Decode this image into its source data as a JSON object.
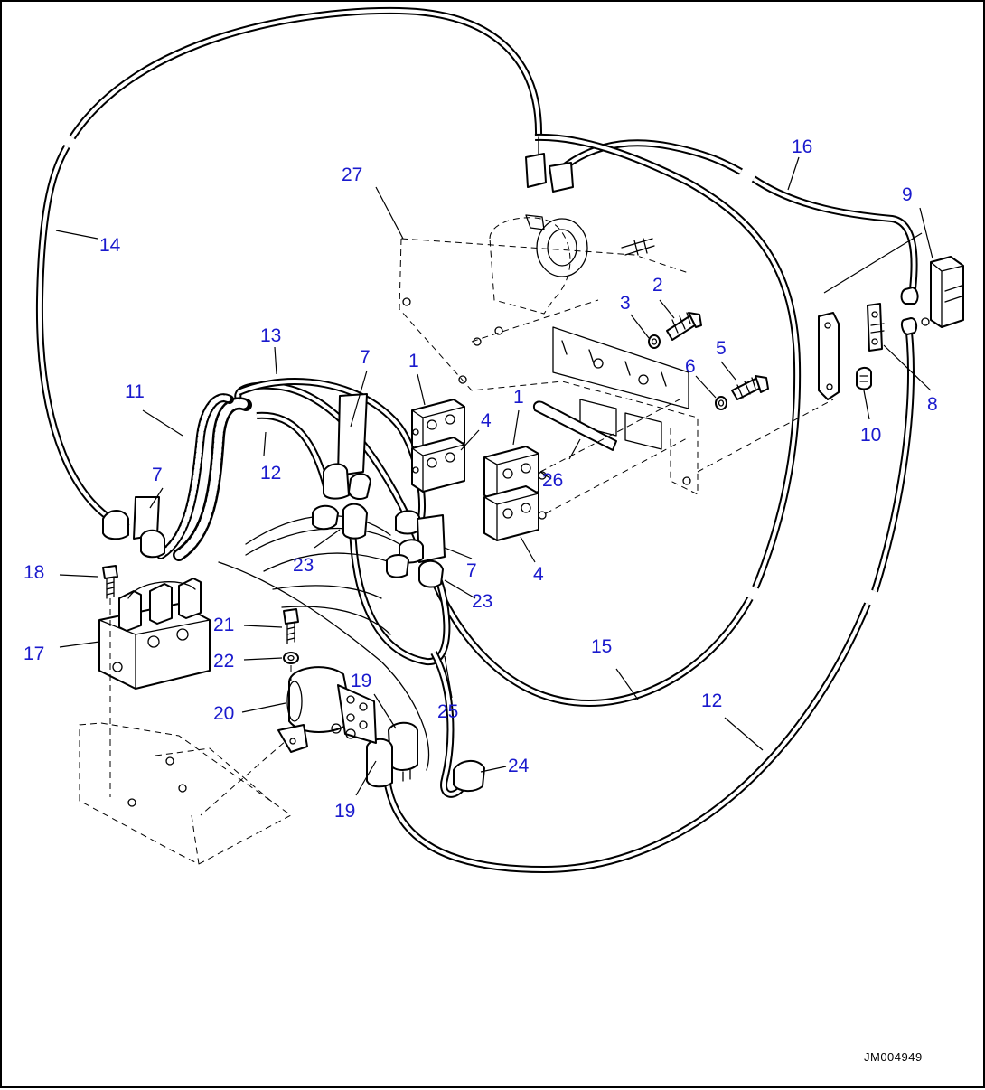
{
  "callouts": {
    "c1a": "1",
    "c1b": "1",
    "c2": "2",
    "c3": "3",
    "c4a": "4",
    "c4b": "4",
    "c5": "5",
    "c6": "6",
    "c7a": "7",
    "c7b": "7",
    "c7c": "7",
    "c8": "8",
    "c9": "9",
    "c10": "10",
    "c11": "11",
    "c12a": "12",
    "c12b": "12",
    "c13": "13",
    "c14": "14",
    "c15": "15",
    "c16": "16",
    "c17": "17",
    "c18": "18",
    "c19a": "19",
    "c19b": "19",
    "c20": "20",
    "c21": "21",
    "c22": "22",
    "c23a": "23",
    "c23b": "23",
    "c24": "24",
    "c25": "25",
    "c26": "26",
    "c27": "27"
  },
  "figure_number": "JM004949",
  "colors": {
    "callout": "#1a1acd",
    "line": "#000000",
    "background": "#ffffff"
  }
}
